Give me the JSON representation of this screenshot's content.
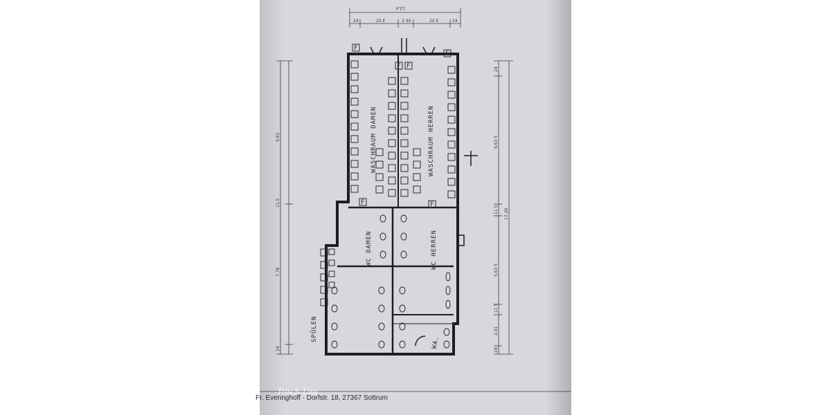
{
  "rooms": {
    "waschraum_damen": "WASCHRAUM DAMEN",
    "waschraum_herren": "WASCHRAUM HERREN",
    "wc_damen": "WC DAMEN",
    "wc_herren": "WC HERREN",
    "spuelen": "SPÜLEN",
    "wa": "WA."
  },
  "fixture_mark": "F",
  "dimensions": {
    "top_total": "12,4",
    "top_parts": [
      "24",
      "20 E",
      "3 44",
      "20 E",
      "24"
    ],
    "left_parts": [
      "9,65",
      "11,5",
      "7,78",
      "24"
    ],
    "right_parts": [
      "24",
      "9,63 5",
      "11 5",
      "5,63 5",
      "11 5",
      "2,01",
      "24"
    ],
    "right_total": "17,39"
  },
  "footer": {
    "address": "Fr. Everinghoff · Dorfstr. 18, 27367 Sottrum"
  },
  "watermark": "Trisch-Line"
}
